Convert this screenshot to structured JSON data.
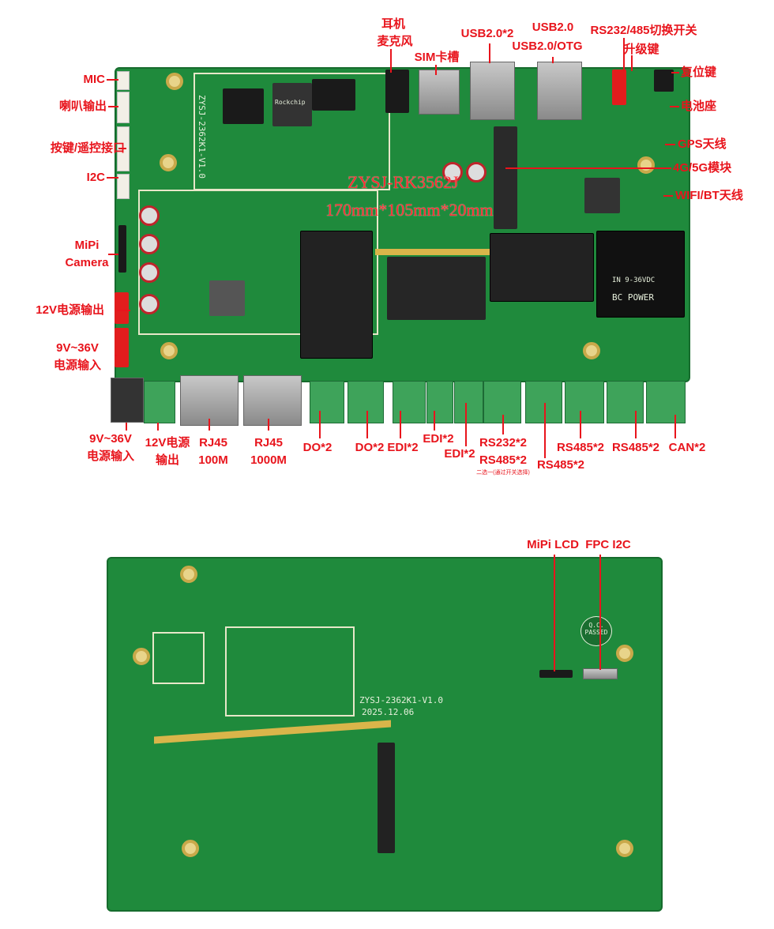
{
  "top_labels": {
    "mic": "MIC",
    "speaker_out": "喇叭输出",
    "key_remote": "按键/遥控接口",
    "i2c": "I2C",
    "mipi_camera_1": "MiPi",
    "mipi_camera_2": "Camera",
    "out_12v": "12V电源输出",
    "power_in_1": "9V~36V",
    "power_in_2": "电源输入",
    "headphone": "耳机",
    "microphone": "麦克风",
    "sim": "SIM卡槽",
    "usb2x2": "USB2.0*2",
    "usb2": "USB2.0",
    "usb_otg": "USB2.0/OTG",
    "rs_switch": "RS232/485切换开关",
    "upgrade_key": "升级键",
    "reset_key": "复位键",
    "battery": "电池座",
    "gps": "GPS天线",
    "module_4g5g": "4G/5G模块",
    "wifi_bt": "WIFI/BT天线"
  },
  "bottom_labels": {
    "dc_in_1": "9V~36V",
    "dc_in_2": "电源输入",
    "out12_1": "12V电源",
    "out12_2": "输出",
    "rj45_100_1": "RJ45",
    "rj45_100_2": "100M",
    "rj45_1000_1": "RJ45",
    "rj45_1000_2": "1000M",
    "do1": "DO*2",
    "do2": "DO*2",
    "edi1": "EDI*2",
    "edi2": "EDI*2",
    "edi3": "EDI*2",
    "rs232": "RS232*2",
    "rs485a": "RS485*2",
    "rs485_note": "二选一(通过开关选择)",
    "rs485b": "RS485*2",
    "rs485c": "RS485*2",
    "rs485d": "RS485*2",
    "can": "CAN*2"
  },
  "back_labels": {
    "mipi_lcd": "MiPi LCD",
    "fpc_i2c": "FPC I2C"
  },
  "overlay": {
    "model": "ZYSJ-RK3562J",
    "size": "170mm*105mm*20mm"
  },
  "silkscreen": {
    "front_board": "ZYSJ-2362K1-V1.0",
    "back_board": "ZYSJ-2362K1-V1.0",
    "back_date": "2025.12.06",
    "chip_brand": "Rockchip",
    "power_module_1": "BC POWER",
    "power_module_2": "IN 9-36VDC",
    "qc": "Q.C. PASSED"
  }
}
